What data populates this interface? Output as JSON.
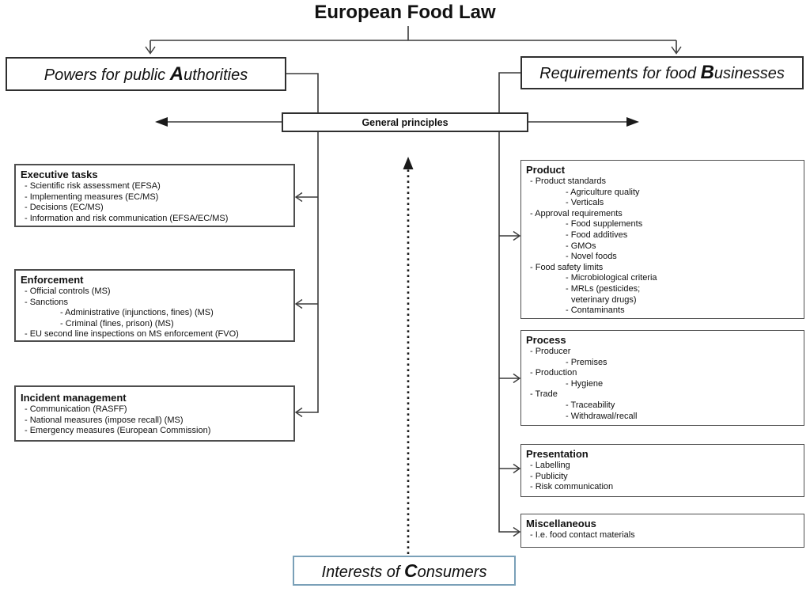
{
  "title": "European Food Law",
  "branches": {
    "left": {
      "pre": "Powers for public ",
      "bold": "A",
      "post": "uthorities"
    },
    "right": {
      "pre": "Requirements for food ",
      "bold": "B",
      "post": "usinesses"
    }
  },
  "center": {
    "label": "General principles"
  },
  "consumers": {
    "pre": "Interests of ",
    "bold": "C",
    "post": "onsumers"
  },
  "left_boxes": [
    {
      "title": "Executive tasks",
      "items": [
        {
          "text": "- Scientific risk assessment (EFSA)",
          "level": 0
        },
        {
          "text": "- Implementing measures (EC/MS)",
          "level": 0
        },
        {
          "text": "- Decisions (EC/MS)",
          "level": 0
        },
        {
          "text": "- Information and risk communication (EFSA/EC/MS)",
          "level": 0
        }
      ]
    },
    {
      "title": "Enforcement",
      "items": [
        {
          "text": "- Official controls (MS)",
          "level": 0
        },
        {
          "text": "- Sanctions",
          "level": 0
        },
        {
          "text": "- Administrative (injunctions, fines) (MS)",
          "level": 1
        },
        {
          "text": "- Criminal (fines, prison) (MS)",
          "level": 1
        },
        {
          "text": "- EU second line inspections on MS enforcement (FVO)",
          "level": 0
        }
      ]
    },
    {
      "title": "Incident management",
      "items": [
        {
          "text": "- Communication (RASFF)",
          "level": 0
        },
        {
          "text": "- National measures (impose recall) (MS)",
          "level": 0
        },
        {
          "text": "- Emergency measures (European Commission)",
          "level": 0
        }
      ]
    }
  ],
  "right_boxes": [
    {
      "title": "Product",
      "items": [
        {
          "text": "- Product standards",
          "level": 0
        },
        {
          "text": "- Agriculture quality",
          "level": 1
        },
        {
          "text": "- Verticals",
          "level": 1
        },
        {
          "text": "- Approval requirements",
          "level": 0
        },
        {
          "text": "- Food supplements",
          "level": 1
        },
        {
          "text": "- Food additives",
          "level": 1
        },
        {
          "text": "- GMOs",
          "level": 1
        },
        {
          "text": "- Novel foods",
          "level": 1
        },
        {
          "text": "- Food safety limits",
          "level": 0
        },
        {
          "text": "- Microbiological criteria",
          "level": 1
        },
        {
          "text": "- MRLs (pesticides;",
          "level": 1
        },
        {
          "text": "veterinary drugs)",
          "level": 2
        },
        {
          "text": "- Contaminants",
          "level": 1
        }
      ]
    },
    {
      "title": "Process",
      "items": [
        {
          "text": "- Producer",
          "level": 0
        },
        {
          "text": "- Premises",
          "level": 1
        },
        {
          "text": "- Production",
          "level": 0
        },
        {
          "text": "- Hygiene",
          "level": 1
        },
        {
          "text": "- Trade",
          "level": 0
        },
        {
          "text": "- Traceability",
          "level": 1
        },
        {
          "text": "- Withdrawal/recall",
          "level": 1
        }
      ]
    },
    {
      "title": "Presentation",
      "items": [
        {
          "text": "- Labelling",
          "level": 0
        },
        {
          "text": "- Publicity",
          "level": 0
        },
        {
          "text": "- Risk communication",
          "level": 0
        }
      ]
    },
    {
      "title": "Miscellaneous",
      "items": [
        {
          "text": "- I.e. food contact materials",
          "level": 0
        }
      ]
    }
  ],
  "colors": {
    "line": "#3a3a3a",
    "box_border": "#4e4e4e",
    "main_border": "#2f2f2f",
    "consumer_border": "#7aa0b8",
    "background": "#ffffff",
    "text": "#111111"
  }
}
